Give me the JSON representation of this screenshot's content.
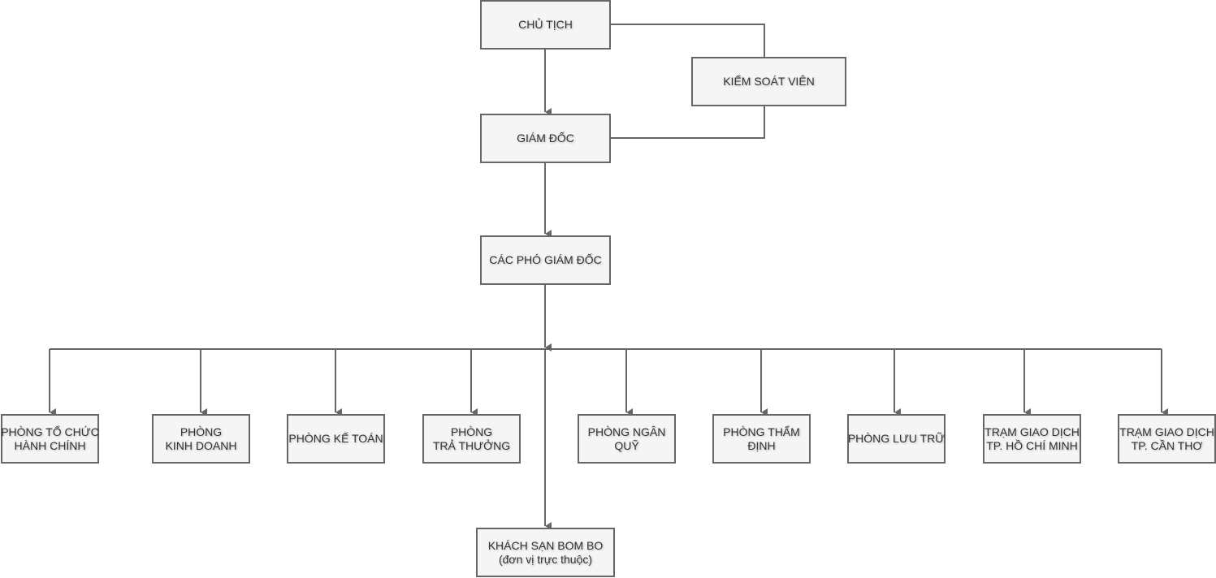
{
  "colors": {
    "node_fill": "#f5f5f5",
    "node_border": "#666666",
    "text": "#333333",
    "connector": "#666666"
  },
  "nodes": {
    "chairman": {
      "lines": [
        "CHỦ TỊCH"
      ]
    },
    "supervisor": {
      "lines": [
        "KIỂM SOÁT VIÊN"
      ]
    },
    "director": {
      "lines": [
        "GIÁM ĐỐC"
      ]
    },
    "deputy_directors": {
      "lines": [
        "CÁC PHÓ GIÁM ĐỐC"
      ]
    },
    "dept_admin": {
      "lines": [
        "PHÒNG TỔ CHỨC",
        "HÀNH CHÍNH"
      ]
    },
    "dept_business": {
      "lines": [
        "PHÒNG",
        "KINH DOANH"
      ]
    },
    "dept_accounting": {
      "lines": [
        "PHÒNG KẾ TOÁN"
      ]
    },
    "dept_payout": {
      "lines": [
        "PHÒNG",
        "TRẢ THƯỞNG"
      ]
    },
    "dept_treasury": {
      "lines": [
        "PHÒNG NGÂN",
        "QUỸ"
      ]
    },
    "dept_appraisal": {
      "lines": [
        "PHÒNG THẨM",
        "ĐỊNH"
      ]
    },
    "dept_archive": {
      "lines": [
        "PHÒNG LƯU TRỮ"
      ]
    },
    "station_hcm": {
      "lines": [
        "TRẠM GIAO DỊCH",
        "TP. HỒ CHÍ MINH"
      ]
    },
    "station_cantho": {
      "lines": [
        "TRẠM GIAO DỊCH",
        "TP. CẦN THƠ"
      ]
    },
    "hotel": {
      "lines": [
        "KHÁCH SẠN BOM BO",
        "(đơn vị trực thuộc)"
      ]
    }
  }
}
